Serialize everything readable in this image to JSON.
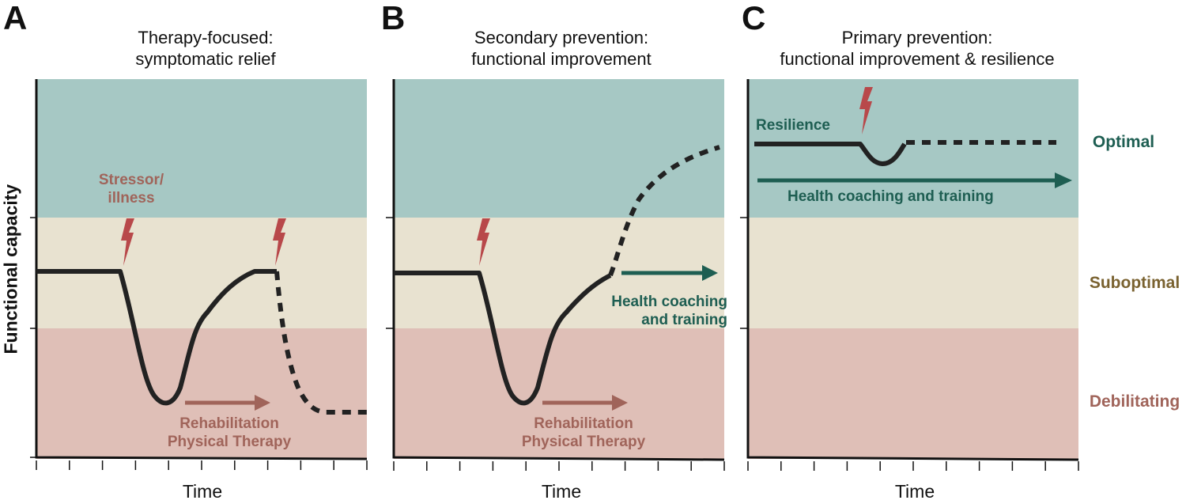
{
  "panels": [
    {
      "letter": "A",
      "title_line1": "Therapy-focused:",
      "title_line2": "symptomatic relief",
      "xlabel": "Time"
    },
    {
      "letter": "B",
      "title_line1": "Secondary prevention:",
      "title_line2": "functional improvement",
      "xlabel": "Time"
    },
    {
      "letter": "C",
      "title_line1": "Primary prevention:",
      "title_line2": "functional improvement & resilience",
      "xlabel": "Time"
    }
  ],
  "ylabel": "Functional capacity",
  "zones": {
    "optimal": "Optimal",
    "suboptimal": "Suboptimal",
    "debilitating": "Debilitating"
  },
  "annotations": {
    "a_stressor_line1": "Stressor/",
    "a_stressor_line2": "illness",
    "a_rehab_line1": "Rehabilitation",
    "a_rehab_line2": "Physical Therapy",
    "b_rehab_line1": "Rehabilitation",
    "b_rehab_line2": "Physical Therapy",
    "b_coaching_line1": "Health coaching",
    "b_coaching_line2": "and training",
    "c_resilience": "Resilience",
    "c_coaching": "Health coaching and training"
  },
  "colors": {
    "optimal_zone": "#a6c8c4",
    "suboptimal_zone": "#e8e2d0",
    "debilitating_zone": "#dfbfb7",
    "curve": "#222222",
    "rehab_text": "#a0645a",
    "coaching_text": "#1e5e52",
    "suboptimal_text": "#7a6230",
    "lightning": "#b8484a"
  },
  "icons": {
    "stressor": "lightning-bolt-icon"
  }
}
